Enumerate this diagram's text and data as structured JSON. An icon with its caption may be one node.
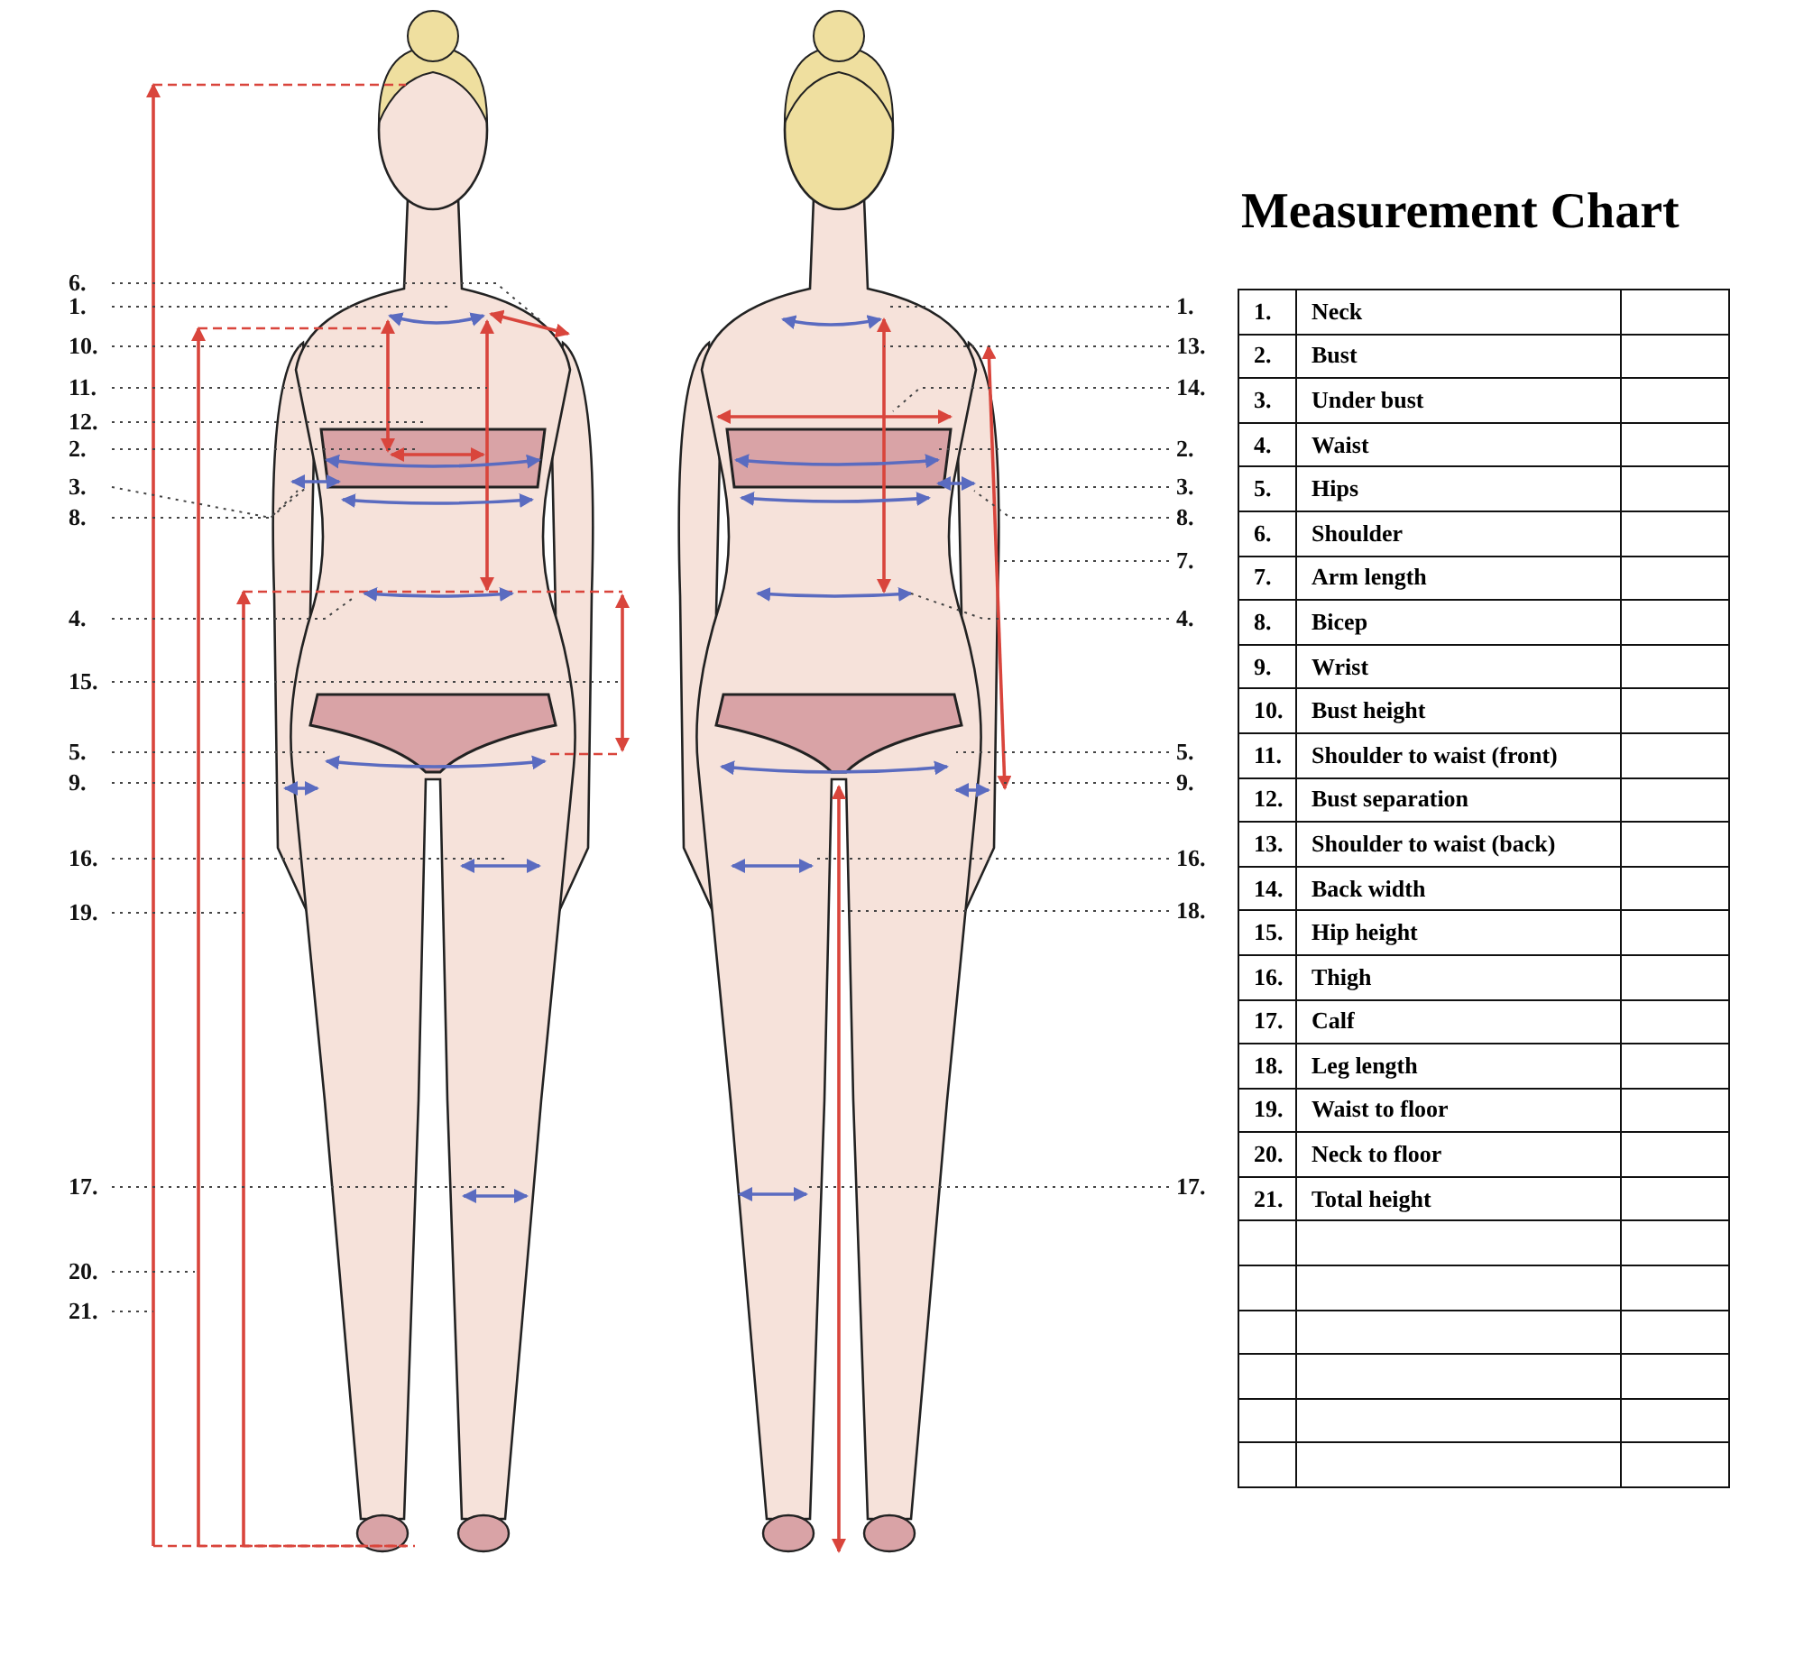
{
  "diagram": {
    "title": "Measurement Chart",
    "nodes": [
      {
        "text": [
          "6."
        ]
      },
      {
        "text": [
          "1."
        ]
      },
      {
        "text": [
          "10."
        ]
      },
      {
        "text": [
          "11."
        ]
      },
      {
        "text": [
          "12."
        ]
      },
      {
        "text": [
          "2."
        ]
      },
      {
        "text": [
          "3."
        ]
      },
      {
        "text": [
          "8."
        ]
      },
      {
        "text": [
          "4."
        ]
      },
      {
        "text": [
          "15."
        ]
      },
      {
        "text": [
          "5."
        ]
      },
      {
        "text": [
          "9."
        ]
      },
      {
        "text": [
          "16."
        ]
      },
      {
        "text": [
          "19."
        ]
      },
      {
        "text": [
          "17."
        ]
      },
      {
        "text": [
          "20."
        ]
      },
      {
        "text": [
          "21."
        ]
      },
      {
        "text": [
          "1."
        ]
      },
      {
        "text": [
          "13."
        ]
      },
      {
        "text": [
          "14."
        ]
      },
      {
        "text": [
          "2."
        ]
      },
      {
        "text": [
          "3."
        ]
      },
      {
        "text": [
          "8."
        ]
      },
      {
        "text": [
          "7."
        ]
      },
      {
        "text": [
          "4."
        ]
      },
      {
        "text": [
          "5."
        ]
      },
      {
        "text": [
          "9."
        ]
      },
      {
        "text": [
          "16."
        ]
      },
      {
        "text": [
          "18."
        ]
      },
      {
        "text": [
          "17."
        ]
      }
    ],
    "edges": [
      {
        "from": 0,
        "to": null,
        "arrow": "none"
      },
      {
        "from": 1,
        "to": null,
        "arrow": "none"
      },
      {
        "from": 2,
        "to": null,
        "arrow": "none"
      },
      {
        "from": 3,
        "to": null,
        "arrow": "none"
      },
      {
        "from": 4,
        "to": null,
        "arrow": "none"
      },
      {
        "from": 5,
        "to": null,
        "arrow": "none"
      },
      {
        "from": 6,
        "to": null,
        "arrow": "none"
      },
      {
        "from": 7,
        "to": null,
        "arrow": "none"
      },
      {
        "from": 8,
        "to": null,
        "arrow": "none"
      },
      {
        "from": 9,
        "to": null,
        "arrow": "none"
      },
      {
        "from": 10,
        "to": null,
        "arrow": "none"
      },
      {
        "from": 11,
        "to": null,
        "arrow": "none"
      },
      {
        "from": 12,
        "to": null,
        "arrow": "none"
      },
      {
        "from": 13,
        "to": null,
        "arrow": "none"
      },
      {
        "from": 14,
        "to": null,
        "arrow": "none"
      },
      {
        "from": 15,
        "to": null,
        "arrow": "none"
      },
      {
        "from": 16,
        "to": null,
        "arrow": "none"
      },
      {
        "from": 17,
        "to": null,
        "arrow": "none"
      },
      {
        "from": 18,
        "to": null,
        "arrow": "none"
      },
      {
        "from": 19,
        "to": null,
        "arrow": "none"
      },
      {
        "from": 20,
        "to": null,
        "arrow": "none"
      },
      {
        "from": 21,
        "to": null,
        "arrow": "none"
      },
      {
        "from": 22,
        "to": null,
        "arrow": "none"
      },
      {
        "from": 23,
        "to": null,
        "arrow": "none"
      },
      {
        "from": 24,
        "to": null,
        "arrow": "none"
      },
      {
        "from": 25,
        "to": null,
        "arrow": "none"
      },
      {
        "from": 26,
        "to": null,
        "arrow": "none"
      },
      {
        "from": 27,
        "to": null,
        "arrow": "none"
      },
      {
        "from": 28,
        "to": null,
        "arrow": "none"
      },
      {
        "from": 29,
        "to": null,
        "arrow": "none"
      }
    ],
    "labels": [
      "1.",
      "Neck",
      "2.",
      "Bust",
      "3.",
      "Under bust",
      "4.",
      "Waist",
      "5.",
      "Hips",
      "6.",
      "Shoulder",
      "7.",
      "Arm length",
      "8.",
      "Bicep",
      "9.",
      "Wrist",
      "10.",
      "Bust height",
      "11.",
      "Shoulder to waist (front)",
      "12.",
      "Bust separation",
      "13.",
      "Shoulder to waist (back)",
      "14.",
      "Back width",
      "15.",
      "Hip height",
      "16.",
      "Thigh",
      "17.",
      "Calf",
      "18.",
      "Leg length",
      "19.",
      "Waist to floor",
      "20.",
      "Neck to floor",
      "21.",
      "Total height"
    ]
  }
}
